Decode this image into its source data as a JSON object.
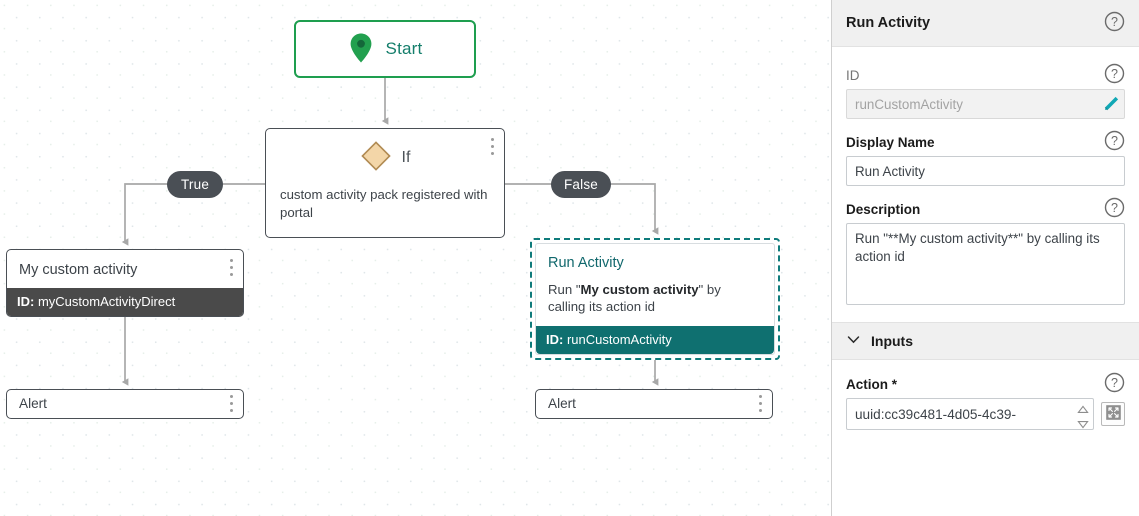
{
  "canvas": {
    "nodes": {
      "start": {
        "label": "Start",
        "icon": "location-pin-icon"
      },
      "if": {
        "title": "If",
        "description": "custom activity pack registered with portal",
        "icon": "diamond-icon"
      },
      "my_custom_activity": {
        "title": "My custom activity",
        "id_prefix": "ID:",
        "id_value": "myCustomActivityDirect"
      },
      "run_activity": {
        "title": "Run Activity",
        "body_prefix": "Run \"",
        "body_bold": "My custom activity",
        "body_suffix": "\" by calling its action id",
        "id_prefix": "ID:",
        "id_value": "runCustomActivity",
        "selected": true
      },
      "alert_left": {
        "title": "Alert"
      },
      "alert_right": {
        "title": "Alert"
      }
    },
    "branches": {
      "true_label": "True",
      "false_label": "False"
    }
  },
  "panel": {
    "header": {
      "title": "Run Activity",
      "help_icon": "help-circle-icon"
    },
    "fields": {
      "id": {
        "label": "ID",
        "value": "runCustomActivity",
        "disabled": true,
        "edit_icon": "pencil-icon",
        "help_icon": "help-circle-icon"
      },
      "display_name": {
        "label": "Display Name",
        "value": "Run Activity",
        "help_icon": "help-circle-icon"
      },
      "description": {
        "label": "Description",
        "value": "Run \"**My custom activity**\" by calling its action id",
        "help_icon": "help-circle-icon"
      }
    },
    "sections": [
      {
        "name": "inputs",
        "title": "Inputs",
        "expanded": true,
        "chevron_icon": "chevron-down-icon",
        "fields": {
          "action": {
            "label": "Action *",
            "value": "uuid:cc39c481-4d05-4c39-",
            "required": true,
            "help_icon": "help-circle-icon",
            "expand_icon": "expand-arrows-icon",
            "spinner_icon": "spinner-arrows-icon"
          }
        }
      }
    ]
  },
  "colors": {
    "start_border": "#1e9e4f",
    "start_text": "#147e6b",
    "selection": "#0f7b7b",
    "id_bar_selected": "#0f7070",
    "id_bar_default": "#4a4a4a",
    "pill": "#4a4f55",
    "edge": "#a8a8a8",
    "diamond_fill": "#f3d6a8",
    "diamond_stroke": "#b08a52",
    "accent_teal": "#11a8b5"
  }
}
